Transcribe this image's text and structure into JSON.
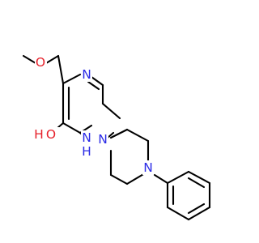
{
  "molecule": {
    "colors": {
      "nitrogen": "#2a2ae6",
      "oxygen": "#e6202a",
      "carbon": "#000000",
      "background": "#ffffff"
    },
    "atom_labels": {
      "methoxy_o": "O",
      "pyrimidine_n3": "N",
      "pyrimidine_nh": "N",
      "nh_h": "H",
      "hydroxyl_o": "O",
      "hydroxyl_h": "H",
      "piperazine_n1": "N",
      "piperazine_n4": "N"
    }
  }
}
